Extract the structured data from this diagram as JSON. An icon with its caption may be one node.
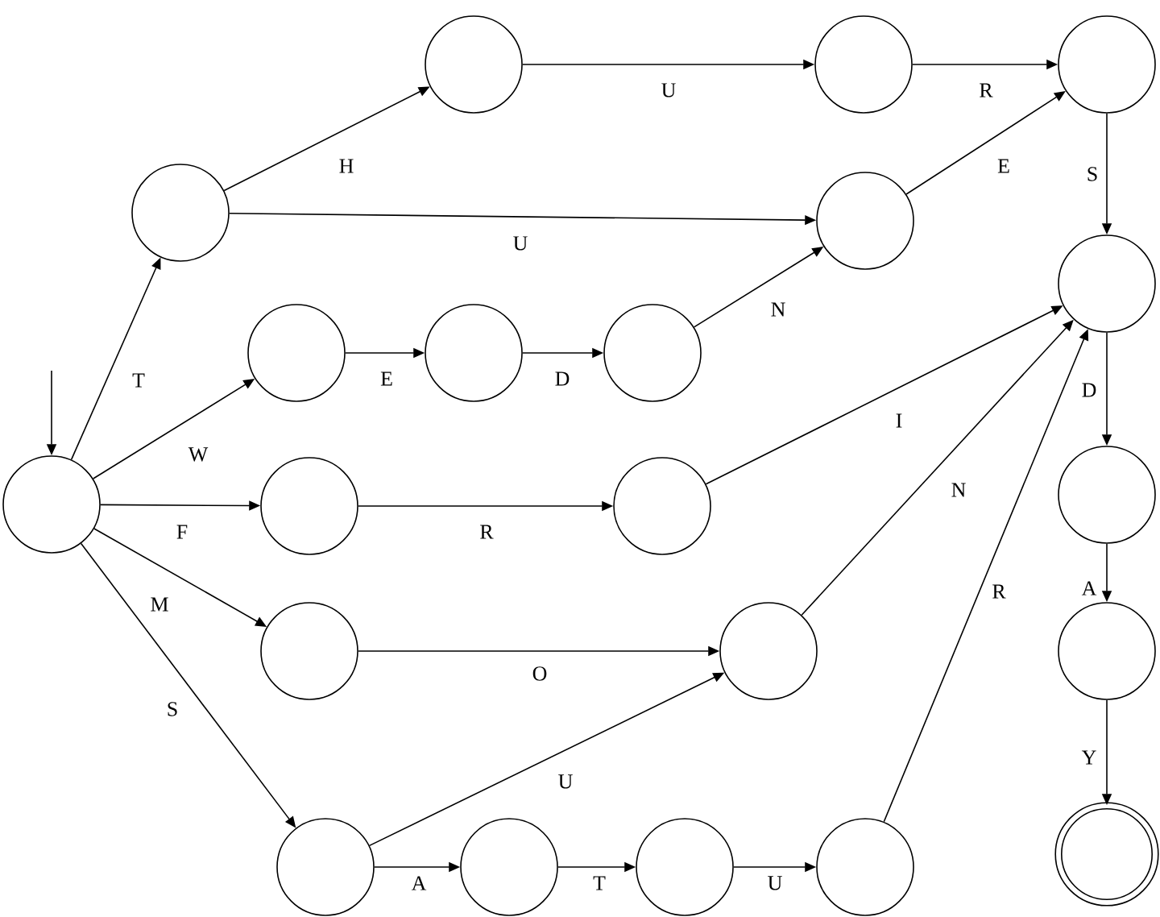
{
  "diagram": {
    "nodes": [
      {
        "text": [],
        "shape": "circle"
      },
      {
        "text": [],
        "shape": "circle"
      },
      {
        "text": [],
        "shape": "circle"
      },
      {
        "text": [],
        "shape": "circle"
      },
      {
        "text": [],
        "shape": "circle"
      },
      {
        "text": [],
        "shape": "circle"
      },
      {
        "text": [],
        "shape": "circle"
      },
      {
        "text": [],
        "shape": "circle"
      },
      {
        "text": [],
        "shape": "circle"
      },
      {
        "text": [],
        "shape": "circle"
      },
      {
        "text": [],
        "shape": "circle"
      },
      {
        "text": [],
        "shape": "circle"
      },
      {
        "text": [],
        "shape": "circle"
      },
      {
        "text": [],
        "shape": "circle"
      },
      {
        "text": [],
        "shape": "circle"
      },
      {
        "text": [],
        "shape": "circle"
      },
      {
        "text": [],
        "shape": "circle"
      },
      {
        "text": [],
        "shape": "circle"
      },
      {
        "text": [],
        "shape": "circle"
      },
      {
        "text": [],
        "shape": "circle"
      },
      {
        "text": [],
        "shape": "double-circle"
      }
    ],
    "edges": [
      {
        "from": null,
        "to": 0,
        "arrow": "to"
      },
      {
        "from": 0,
        "to": 1,
        "arrow": "to",
        "label": "T"
      },
      {
        "from": 1,
        "to": 2,
        "arrow": "to",
        "label": "H"
      },
      {
        "from": 2,
        "to": 3,
        "arrow": "to",
        "label": "U"
      },
      {
        "from": 3,
        "to": 4,
        "arrow": "to",
        "label": "R"
      },
      {
        "from": 1,
        "to": 5,
        "arrow": "to",
        "label": "U"
      },
      {
        "from": 5,
        "to": 4,
        "arrow": "to",
        "label": "E"
      },
      {
        "from": 4,
        "to": 9,
        "arrow": "to",
        "label": "S"
      },
      {
        "from": 0,
        "to": 6,
        "arrow": "to",
        "label": "W"
      },
      {
        "from": 6,
        "to": 7,
        "arrow": "to",
        "label": "E"
      },
      {
        "from": 7,
        "to": 8,
        "arrow": "to",
        "label": "D"
      },
      {
        "from": 8,
        "to": 5,
        "arrow": "to",
        "label": "N"
      },
      {
        "from": 0,
        "to": 10,
        "arrow": "to",
        "label": "F"
      },
      {
        "from": 10,
        "to": 11,
        "arrow": "to",
        "label": "R"
      },
      {
        "from": 11,
        "to": 9,
        "arrow": "to",
        "label": "I"
      },
      {
        "from": 0,
        "to": 12,
        "arrow": "to",
        "label": "M"
      },
      {
        "from": 12,
        "to": 13,
        "arrow": "to",
        "label": "O"
      },
      {
        "from": 13,
        "to": 9,
        "arrow": "to",
        "label": "N"
      },
      {
        "from": 0,
        "to": 14,
        "arrow": "to",
        "label": "S"
      },
      {
        "from": 14,
        "to": 13,
        "arrow": "to",
        "label": "U"
      },
      {
        "from": 14,
        "to": 15,
        "arrow": "to",
        "label": "A"
      },
      {
        "from": 15,
        "to": 16,
        "arrow": "to",
        "label": "T"
      },
      {
        "from": 16,
        "to": 17,
        "arrow": "to",
        "label": "U"
      },
      {
        "from": 17,
        "to": 9,
        "arrow": "to",
        "label": "R"
      },
      {
        "from": 9,
        "to": 18,
        "arrow": "to",
        "label": "D"
      },
      {
        "from": 18,
        "to": 19,
        "arrow": "to",
        "label": "A"
      },
      {
        "from": 19,
        "to": 20,
        "arrow": "to",
        "label": "Y"
      }
    ]
  }
}
